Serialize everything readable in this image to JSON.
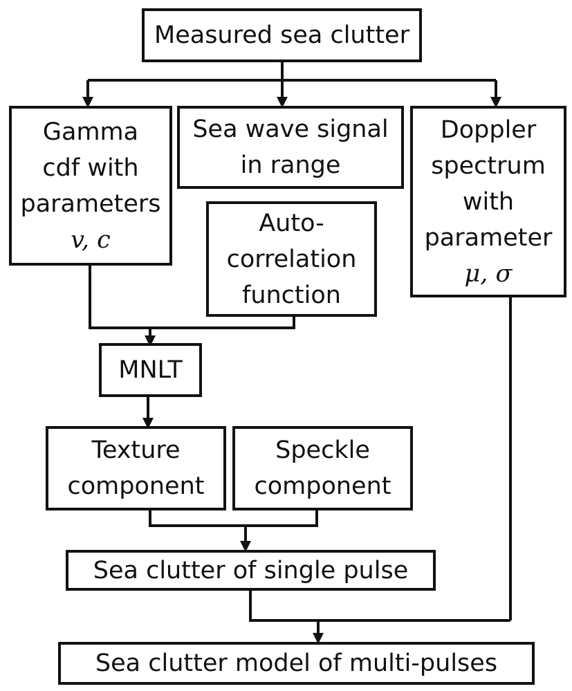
{
  "nodes": {
    "measured": {
      "lines": [
        "Measured sea clutter"
      ]
    },
    "gamma": {
      "lines": [
        "Gamma",
        "cdf with",
        "parameters"
      ],
      "math": "v, c"
    },
    "seawave": {
      "lines": [
        "Sea wave signal",
        "in range"
      ]
    },
    "doppler": {
      "lines": [
        "Doppler",
        "spectrum",
        "with",
        "parameter"
      ],
      "math": "μ, σ"
    },
    "autocorr": {
      "lines": [
        "Auto-",
        "correlation",
        "function"
      ]
    },
    "mnlt": {
      "lines": [
        "MNLT"
      ]
    },
    "texture": {
      "lines": [
        "Texture",
        "component"
      ]
    },
    "speckle": {
      "lines": [
        "Speckle",
        "component"
      ]
    },
    "single": {
      "lines": [
        "Sea clutter of single pulse"
      ]
    },
    "multi": {
      "lines": [
        "Sea clutter model of multi-pulses"
      ]
    }
  },
  "colors": {
    "stroke": "#111111",
    "background": "#ffffff"
  }
}
